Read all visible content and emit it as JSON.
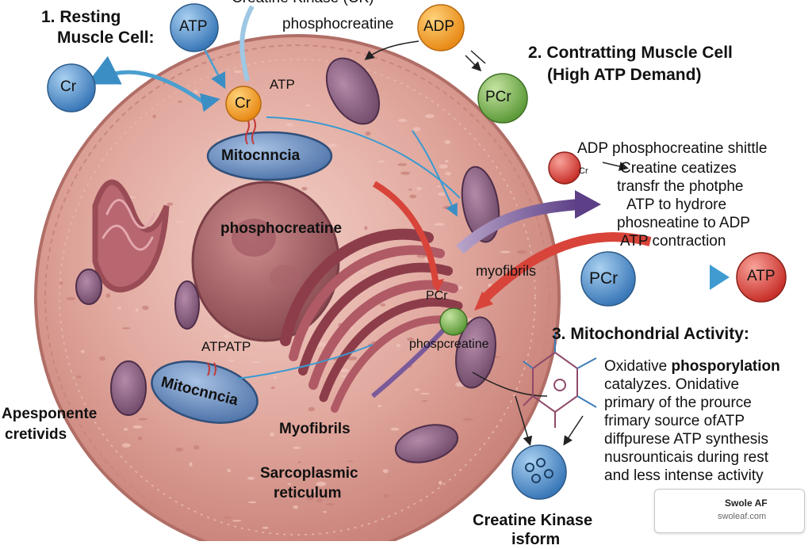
{
  "diagram": {
    "heading_1": [
      "1. Resting",
      "Muscle Cell:"
    ],
    "heading_2": [
      "2. Contratting Muscle Cell",
      "(High ATP Demand)"
    ],
    "heading_3": "3. Mitochondrial Activity:",
    "top_ck_label": "Creatine Kinase (CK)",
    "top_phosphocreatine": "phosphocreatine",
    "circles": {
      "atp_top": "ATP",
      "adp_top": "ADP",
      "cr_left": "Cr",
      "cr_inner": "Cr",
      "pcr_right": "PCr",
      "pcr_mid": "PCr",
      "atp_right": "ATP",
      "cr_small": "Cr"
    },
    "labels": {
      "atp_inner": "ATP",
      "mito_upper": "Mitocnncia",
      "mito_lower": "Mitocnncia",
      "phosphocreatine_nucleus": "phosphocreatine",
      "myofibrils_right": "myofibrils",
      "pcr_green": "PCr",
      "phospcreatine": "phospcreatine",
      "atp_atp": "ATPATP",
      "apesponente": [
        "Apesponente",
        "cretivids"
      ],
      "myofibrils_bottom": "Myofibrils",
      "sarcoplasmic": [
        "Sarcoplasmic",
        "reticulum"
      ],
      "creatine_kinase_isoform": [
        "Creatine Kinase",
        "isform"
      ]
    },
    "shuttle_text": [
      "ADP  phosphocreatine shittle",
      "Creatine ceatizes",
      "transfr the photphe",
      "ATP to hydrore",
      "phosneatine to ADP",
      "ATP    contraction"
    ],
    "mito_text": {
      "line1_normal": "Oxidative ",
      "line1_bold": "phosporylation",
      "lines": [
        "catalyzes. Onidative",
        "primary of the prource",
        "frimary source ofATP",
        "diffpurese ATP synthesis",
        "nusrounticais during rest",
        "and less intense activity"
      ]
    },
    "colors": {
      "atp_circle": "#4a8ccc",
      "adp_circle": "#f0a02a",
      "pcr_circle": "#6fa84a",
      "atp_red": "#d9453c",
      "cell_fill": "#d99c94",
      "mito_blue": "#5f86b8"
    }
  },
  "branding": {
    "title": "Swole AF",
    "url": "swoleaf.com",
    "logo_icon": "red-diamond-logo"
  }
}
